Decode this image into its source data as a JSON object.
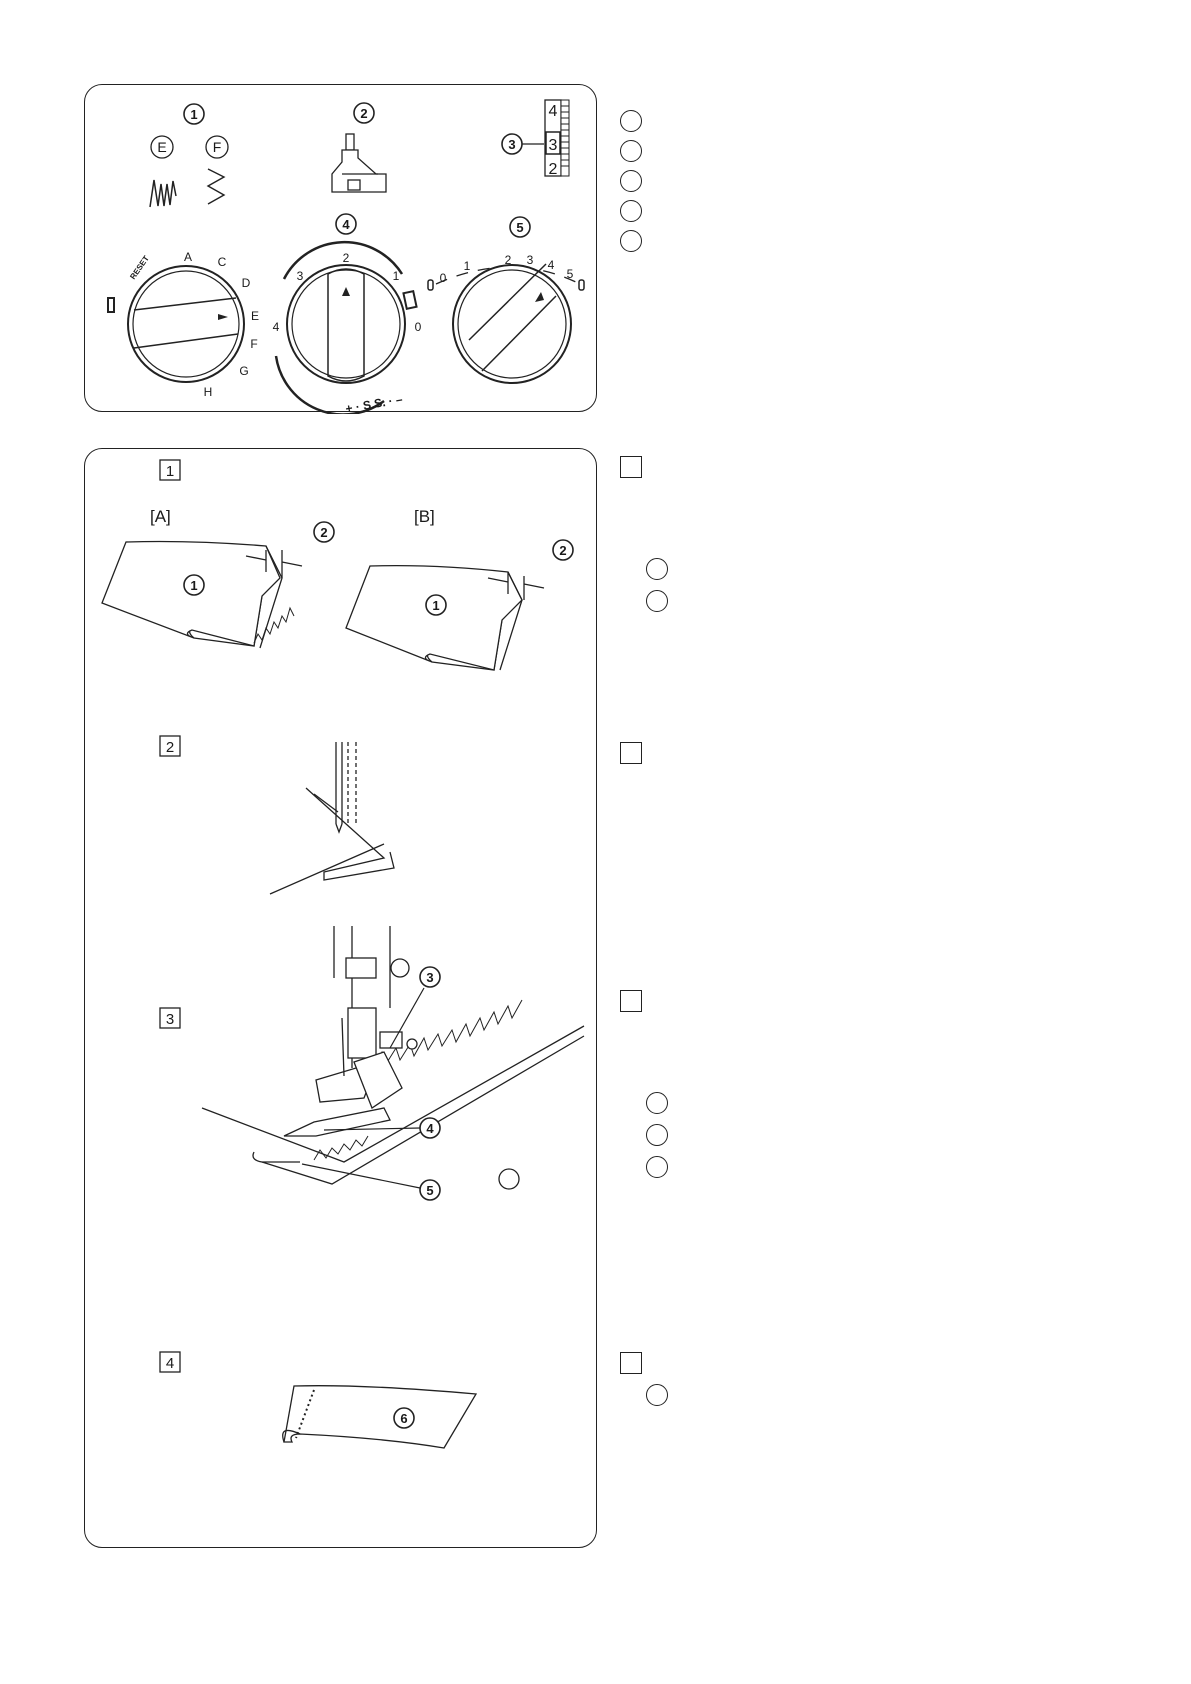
{
  "top_panel": {
    "callouts": {
      "c1": "1",
      "c2": "2",
      "c3": "3",
      "c4": "4",
      "c5": "5"
    },
    "patterns": {
      "e": "E",
      "f": "F"
    },
    "stitch_length_window": {
      "top": "4",
      "middle": "3",
      "bottom": "2"
    },
    "pattern_dial": {
      "reset_label": "RESET",
      "letters": {
        "a": "A",
        "c": "C",
        "d": "D",
        "e": "E",
        "f": "F",
        "g": "G",
        "h": "H"
      }
    },
    "length_dial": {
      "numbers": {
        "n0": "0",
        "n1": "1",
        "n2": "2",
        "n3": "3",
        "n4": "4"
      },
      "ss_label": "+ · S.S. · –"
    },
    "tension_dial": {
      "numbers": {
        "n0": "0",
        "n1": "1",
        "n2": "2",
        "n3": "3",
        "n4": "4",
        "n5": "5"
      }
    }
  },
  "bottom_panel": {
    "step_labels": {
      "s1": "1",
      "s2": "2",
      "s3": "3",
      "s4": "4"
    },
    "variants": {
      "a": "[A]",
      "b": "[B]"
    },
    "callouts": {
      "c1": "1",
      "c2": "2",
      "c3": "3",
      "c4": "4",
      "c5": "5",
      "c6": "6"
    }
  }
}
